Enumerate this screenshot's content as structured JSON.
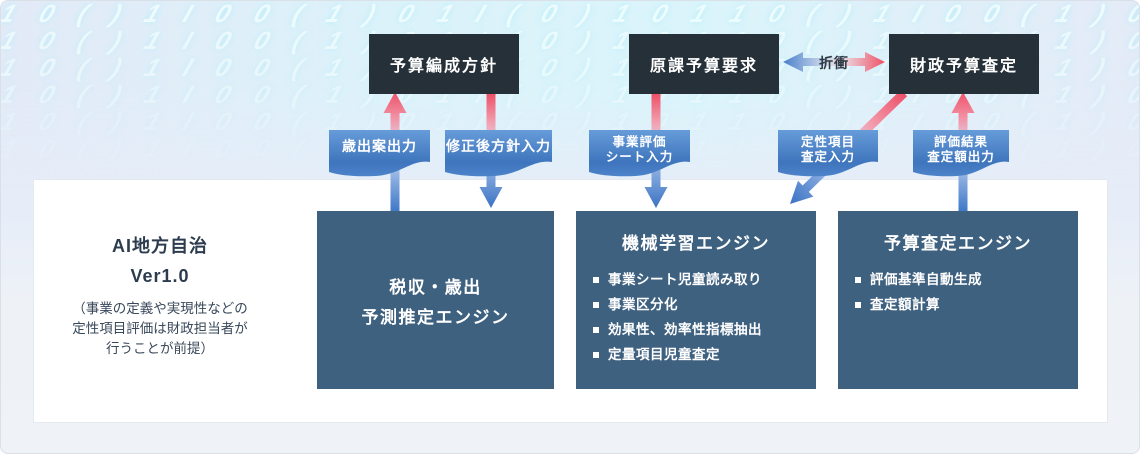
{
  "diagram": {
    "top_boxes": [
      "予算編成方針",
      "原課予算要求",
      "財政予算査定"
    ],
    "negotiation": "折衝",
    "io_labels": [
      "歳出案出力",
      "修正後方針入力",
      "事業評価\nシート入力",
      "定性項目\n査定入力",
      "評価結果\n査定額出力"
    ]
  },
  "panel": {
    "product": {
      "title": "AI地方自治",
      "version": "Ver1.0",
      "note": "（事業の定義や実現性などの\n定性項目評価は財政担当者が\n行うことが前提）"
    },
    "engines": [
      {
        "title": "税収・歳出\n予測推定エンジン",
        "bullets": []
      },
      {
        "title": "機械学習エンジン",
        "bullets": [
          "事業シート児童読み取り",
          "事業区分化",
          "効果性、効率性指標抽出",
          "定量項目児童査定"
        ]
      },
      {
        "title": "予算査定エンジン",
        "bullets": [
          "評価基準自動生成",
          "査定額計算"
        ]
      }
    ]
  },
  "decor": {
    "pattern_glyphs": "1 0 ( ) 1 I 0 0 ( 1 ) 0 1 I ( 0 ) 1 0 1 "
  },
  "colors": {
    "top_box": "#263039",
    "engine_box": "#3f6180",
    "label_blue_top": "#649ad8",
    "label_blue_bottom": "#3a6fb5",
    "arrow_red": "#ee5168",
    "arrow_blue": "#3b73c4",
    "panel_bg": "#ffffff",
    "outer_bg": "#eff3f7"
  }
}
